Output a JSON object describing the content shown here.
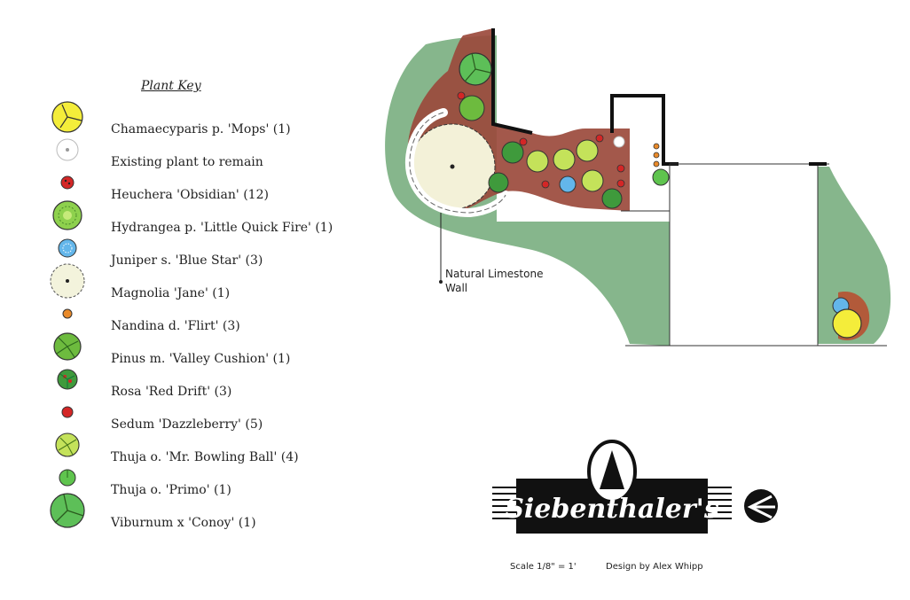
{
  "plant_key": {
    "title": "Plant Key",
    "items": [
      {
        "label": "Chamaecyparis p. 'Mops' (1)",
        "symbol": "yellow-shrub-icon"
      },
      {
        "label": "Existing plant to remain",
        "symbol": "existing-plant-icon"
      },
      {
        "label": "Heuchera 'Obsidian' (12)",
        "symbol": "red-perennial-icon"
      },
      {
        "label": "Hydrangea p. 'Little Quick Fire' (1)",
        "symbol": "hydrangea-icon"
      },
      {
        "label": "Juniper s. 'Blue Star' (3)",
        "symbol": "blue-juniper-icon"
      },
      {
        "label": "Magnolia 'Jane' (1)",
        "symbol": "magnolia-icon"
      },
      {
        "label": "Nandina d. 'Flirt' (3)",
        "symbol": "orange-dot-icon"
      },
      {
        "label": "Pinus m. 'Valley Cushion' (1)",
        "symbol": "pine-icon"
      },
      {
        "label": "Rosa 'Red Drift' (3)",
        "symbol": "rose-icon"
      },
      {
        "label": "Sedum 'Dazzleberry' (5)",
        "symbol": "red-dot-icon"
      },
      {
        "label": "Thuja o. 'Mr. Bowling Ball' (4)",
        "symbol": "thuja-ball-icon"
      },
      {
        "label": "Thuja o. 'Primo' (1)",
        "symbol": "small-green-icon"
      },
      {
        "label": "Viburnum x 'Conoy' (1)",
        "symbol": "viburnum-icon"
      }
    ]
  },
  "plan": {
    "wall_label_line1": "Natural Limestone",
    "wall_label_line2": "Wall"
  },
  "logo": {
    "name": "Siebenthaler's"
  },
  "footer": {
    "scale": "Scale 1/8\" = 1'",
    "designer": "Design by Alex Whipp"
  },
  "colors": {
    "lawn": "#7fb286",
    "mulch": "#9b4a3c",
    "yellow": "#f5ee3a",
    "green": "#5fbf4a",
    "blue": "#6ab8e8",
    "red": "#d62a2a"
  }
}
